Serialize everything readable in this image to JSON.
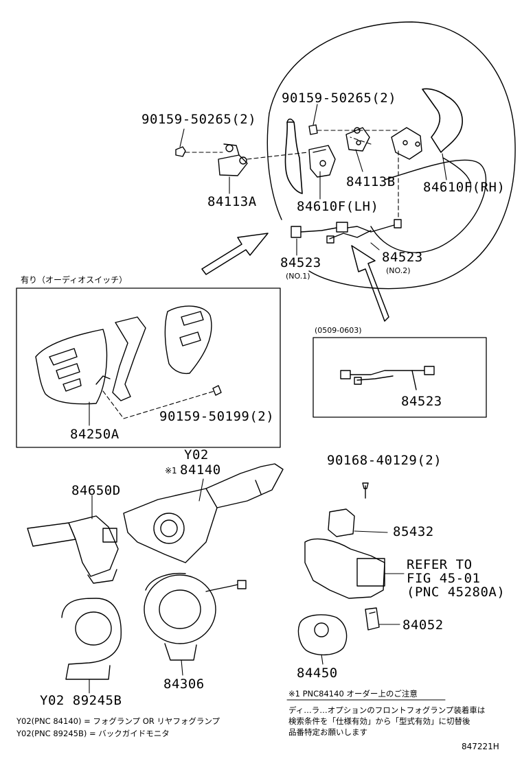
{
  "labels": {
    "bolt_top_left": "90159-50265(2)",
    "bolt_top_right": "90159-50265(2)",
    "bracket_a": "84113A",
    "bracket_b": "84113B",
    "paddle_lh": "84610F(LH)",
    "paddle_rh": "84610F(RH)",
    "wire_no1": "84523",
    "wire_no1_sub": "(NO.1)",
    "wire_no2": "84523",
    "wire_no2_sub": "(NO.2)",
    "audio_caption": "有り（オーディオスイッチ）",
    "audio_switch": "84250A",
    "audio_bolt": "90159-50199(2)",
    "date_range": "(0509-0603)",
    "wire_alt": "84523",
    "combo_code": "Y02",
    "combo_mark": "※1",
    "combo_switch": "84140",
    "wiper_switch": "84650D",
    "screw": "90168-40129(2)",
    "lock_part": "85432",
    "refer_line1": "REFER TO",
    "refer_line2": "FIG 45-01",
    "refer_line3": "(PNC 45280A)",
    "key_part": "84052",
    "ignition": "84450",
    "spiral_cable": "84306",
    "cover": "Y02 89245B",
    "footnote_title": "※1  PNC84140  オーダー上のご注意",
    "footnote_lines": [
      "ディ…ラ…オプションのフロントフォグランプ装着車は",
      "検索条件を「仕様有効」から「型式有効」に切替後",
      "品番特定お願いします"
    ],
    "legend_lines": [
      "Y02(PNC 84140) = フォグランプ OR リヤフォグランプ",
      "Y02(PNC 89245B) = バックガイドモニタ"
    ],
    "figure_id": "847221H"
  }
}
